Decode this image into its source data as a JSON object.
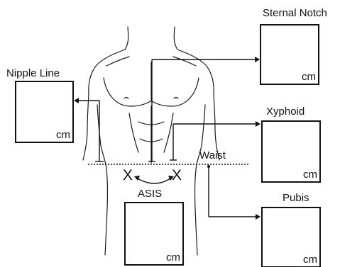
{
  "labels": {
    "sternal_notch": "Sternal Notch",
    "nipple_line": "Nipple Line",
    "xyphoid": "Xyphoid",
    "waist": "Waist",
    "pubis": "Pubis",
    "asis": "ASIS"
  },
  "unit": "cm",
  "markers": {
    "left": "X",
    "right": "X"
  },
  "colors": {
    "line": "#111111",
    "background": "#ffffff"
  }
}
